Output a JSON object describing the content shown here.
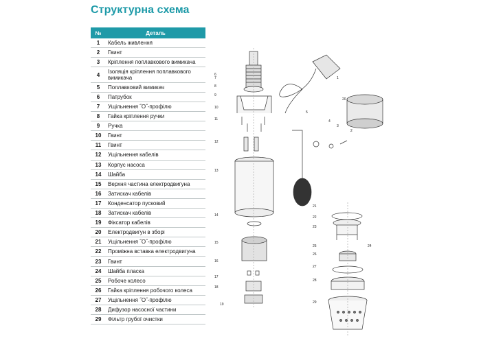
{
  "title": "Структурна схема",
  "table": {
    "header_num": "№",
    "header_part": "Деталь",
    "rows": [
      {
        "num": "1",
        "name": "Кабель живлення"
      },
      {
        "num": "2",
        "name": "Гвинт"
      },
      {
        "num": "3",
        "name": "Кріплення поплавкового вимикача"
      },
      {
        "num": "4",
        "name": "Ізоляція кріплення поплавкового вимикача"
      },
      {
        "num": "5",
        "name": "Поплавковий вимикач"
      },
      {
        "num": "6",
        "name": "Патрубок"
      },
      {
        "num": "7",
        "name": "Ущільнення ˝О˝-профілю"
      },
      {
        "num": "8",
        "name": "Гайка кріплення ручки"
      },
      {
        "num": "9",
        "name": "Ручка"
      },
      {
        "num": "10",
        "name": "Гвинт"
      },
      {
        "num": "11",
        "name": "Гвинт"
      },
      {
        "num": "12",
        "name": "Ущільнення кабелів"
      },
      {
        "num": "13",
        "name": "Корпус насоса"
      },
      {
        "num": "14",
        "name": "Шайба"
      },
      {
        "num": "15",
        "name": "Верхня частина електродвигуна"
      },
      {
        "num": "16",
        "name": "Затискач кабелів"
      },
      {
        "num": "17",
        "name": "Конденсатор пусковий"
      },
      {
        "num": "18",
        "name": "Затискач кабелів"
      },
      {
        "num": "19",
        "name": "Фіксатор кабелів"
      },
      {
        "num": "20",
        "name": "Електродвигун в зборі"
      },
      {
        "num": "21",
        "name": "Ущільнення ˝О˝-профілю"
      },
      {
        "num": "22",
        "name": "Проміжна вставка електродвигуна"
      },
      {
        "num": "23",
        "name": "Гвинт"
      },
      {
        "num": "24",
        "name": "Шайба пласка"
      },
      {
        "num": "25",
        "name": "Робоче колесо"
      },
      {
        "num": "26",
        "name": "Гайка кріплення робочого колеса"
      },
      {
        "num": "27",
        "name": "Ущільнення ˝О˝-профілю"
      },
      {
        "num": "28",
        "name": "Дифузор насосної частини"
      },
      {
        "num": "29",
        "name": "Фільтр грубої очистки"
      }
    ]
  },
  "diagram": {
    "callouts": {
      "c1": "1",
      "c2": "2",
      "c3": "3",
      "c4": "4",
      "c5": "5",
      "c6": "6",
      "c7": "7",
      "c8": "8",
      "c9": "9",
      "c10": "10",
      "c11": "11",
      "c12": "12",
      "c13": "13",
      "c14": "14",
      "c15": "15",
      "c16": "16",
      "c17": "17",
      "c18": "18",
      "c19": "19",
      "c20": "20",
      "c21": "21",
      "c22": "22",
      "c23": "23",
      "c24": "24",
      "c25": "25",
      "c26": "26",
      "c27": "27",
      "c28": "28",
      "c29": "29"
    }
  }
}
